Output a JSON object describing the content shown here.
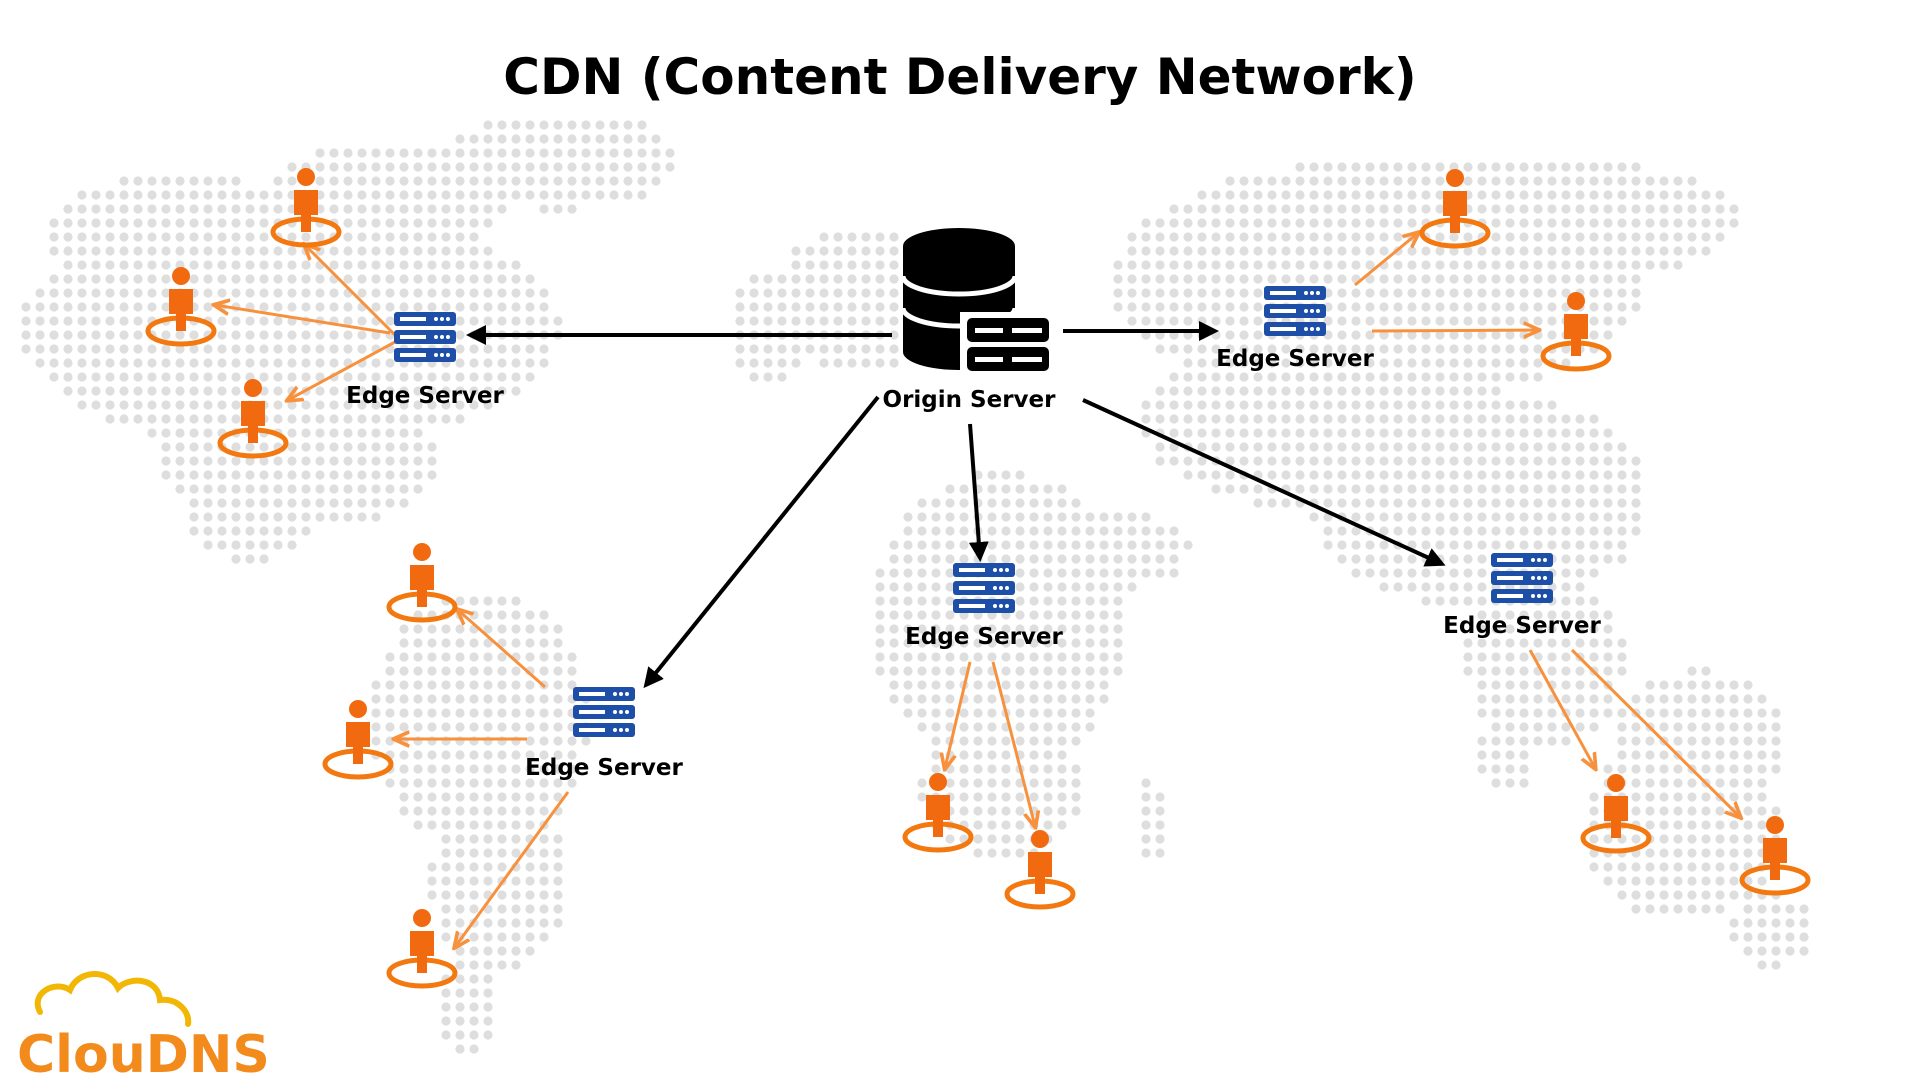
{
  "title": "CDN (Content Delivery Network)",
  "origin": {
    "label": "Origin Server",
    "icon": "database-server-icon"
  },
  "edge_label": "Edge Server",
  "edges": [
    {
      "id": "north-america",
      "label": "Edge Server",
      "users": 3
    },
    {
      "id": "south-america",
      "label": "Edge Server",
      "users": 3
    },
    {
      "id": "africa",
      "label": "Edge Server",
      "users": 2
    },
    {
      "id": "asia-north",
      "label": "Edge Server",
      "users": 2
    },
    {
      "id": "asia-south",
      "label": "Edge Server",
      "users": 2
    }
  ],
  "logo": {
    "text": "ClouDNS",
    "icon": "cloud-icon"
  },
  "colors": {
    "origin_link": "#000000",
    "user_link": "#f7913d",
    "edge_server": "#1d4fa8",
    "user": "#f26a10",
    "user_ring": "#f2780f",
    "map_dots": "#dedede",
    "logo": "#f28a1c"
  }
}
